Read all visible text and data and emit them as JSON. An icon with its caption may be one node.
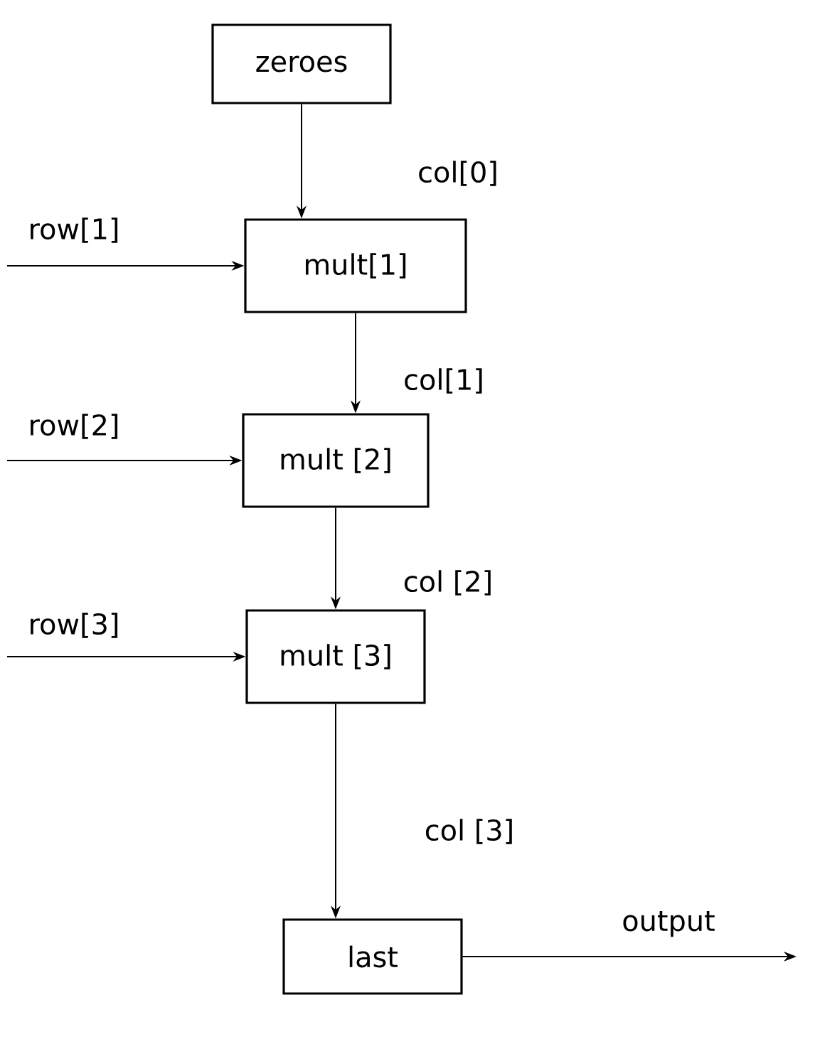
{
  "diagram": {
    "nodes": [
      {
        "text": [
          "zeroes"
        ]
      },
      {
        "text": [
          "mult[1]"
        ]
      },
      {
        "text": [
          "mult [2]"
        ]
      },
      {
        "text": [
          "mult [3]"
        ]
      },
      {
        "text": [
          "last"
        ]
      }
    ],
    "edges": [
      {
        "from": 0,
        "to": 1,
        "arrow": "to",
        "label": "col[0]"
      },
      {
        "from": null,
        "to": 1,
        "arrow": "to",
        "label": "row[1]"
      },
      {
        "from": 1,
        "to": 2,
        "arrow": "to",
        "label": "col[1]"
      },
      {
        "from": null,
        "to": 2,
        "arrow": "to",
        "label": "row[2]"
      },
      {
        "from": 2,
        "to": 3,
        "arrow": "to",
        "label": "col [2]"
      },
      {
        "from": null,
        "to": 3,
        "arrow": "to",
        "label": "row[3]"
      },
      {
        "from": 3,
        "to": 4,
        "arrow": "to",
        "label": "col [3]"
      },
      {
        "from": 4,
        "to": null,
        "arrow": "to",
        "label": "output"
      }
    ]
  }
}
